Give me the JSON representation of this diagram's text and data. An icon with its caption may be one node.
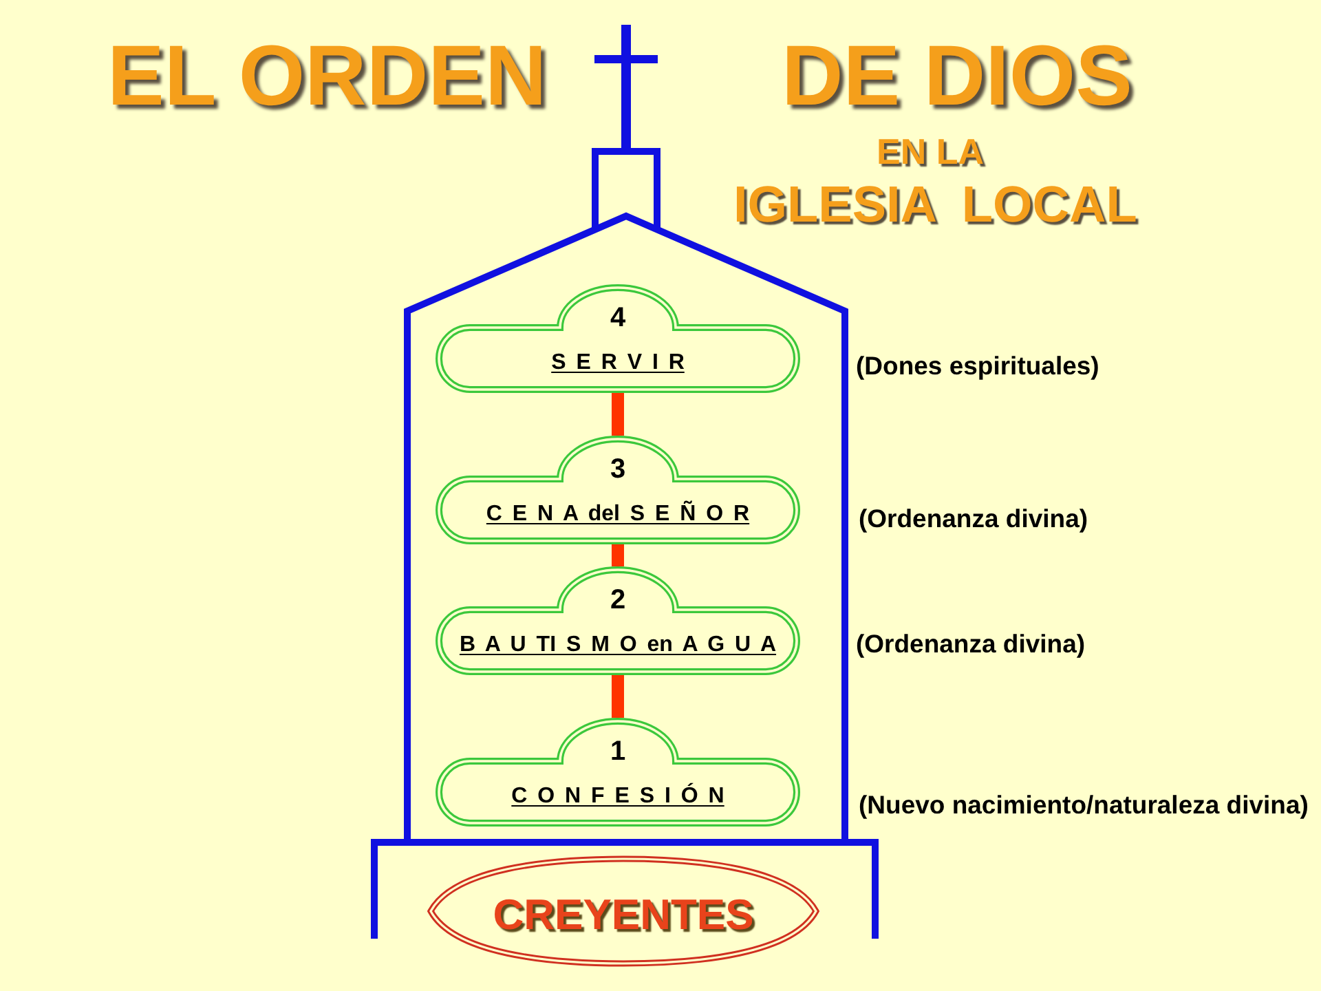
{
  "diagram": {
    "nodes": [
      {
        "text": [],
        "shape": "church"
      },
      {
        "text": [
          "4",
          "S E R V I R"
        ],
        "in": 0,
        "beside": [
          "(Dones espirituales)"
        ]
      },
      {
        "text": [
          "3",
          "C E N A del S E Ñ O R"
        ],
        "in": 0,
        "beside": [
          "(Ordenanza divina)"
        ]
      },
      {
        "text": [
          "2",
          "B A U TI S M O en A G U A"
        ],
        "in": 0,
        "beside": [
          "(Ordenanza divina)"
        ]
      },
      {
        "text": [
          "1",
          "C O N F E S I Ó N"
        ],
        "in": 0,
        "beside": [
          "(Nuevo nacimiento/naturaleza divina)"
        ]
      },
      {
        "text": [
          "CREYENTES"
        ]
      }
    ],
    "edges": [
      {
        "from": 1,
        "to": 2,
        "arrow": "none"
      },
      {
        "from": 2,
        "to": 3,
        "arrow": "none"
      },
      {
        "from": 3,
        "to": 4,
        "arrow": "none"
      }
    ],
    "labels": [
      "EL ORDEN",
      "DE DIOS",
      "EN LA",
      "IGLESIA LOCAL"
    ]
  }
}
